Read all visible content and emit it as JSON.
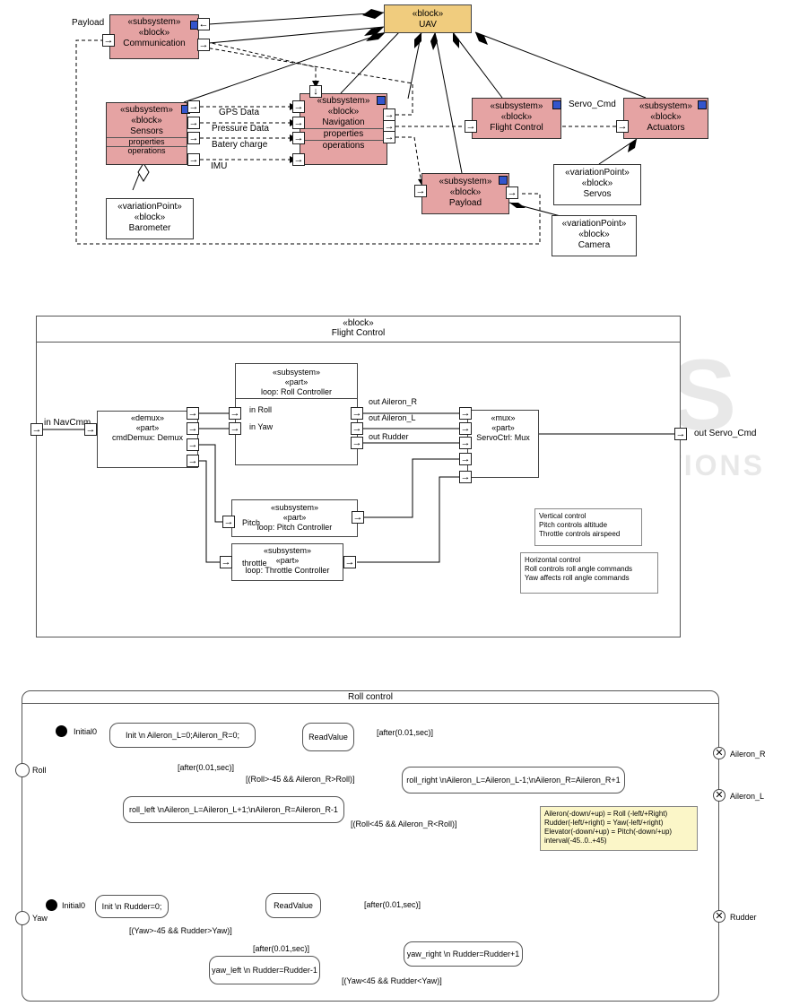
{
  "top": {
    "uav": {
      "stereo": "«block»",
      "name": "UAV"
    },
    "communication": {
      "stereo1": "«subsystem»",
      "stereo2": "«block»",
      "name": "Communication"
    },
    "payload_label": "Payload",
    "sensors": {
      "stereo1": "«subsystem»",
      "stereo2": "«block»",
      "name": "Sensors",
      "row1": "properties",
      "row2": "operations"
    },
    "navigation": {
      "stereo1": "«subsystem»",
      "stereo2": "«block»",
      "name": "Navigation",
      "row1": "properties",
      "row2": "operations"
    },
    "flight_control": {
      "stereo1": "«subsystem»",
      "stereo2": "«block»",
      "name": "Flight Control"
    },
    "actuators": {
      "stereo1": "«subsystem»",
      "stereo2": "«block»",
      "name": "Actuators"
    },
    "payload": {
      "stereo1": "«subsystem»",
      "stereo2": "«block»",
      "name": "Payload"
    },
    "servos": {
      "stereo1": "«variationPoint»",
      "stereo2": "«block»",
      "name": "Servos"
    },
    "camera": {
      "stereo1": "«variationPoint»",
      "stereo2": "«block»",
      "name": "Camera"
    },
    "barometer": {
      "stereo1": "«variationPoint»",
      "stereo2": "«block»",
      "name": "Barometer"
    },
    "flows": {
      "gps": "GPS Data",
      "pressure": "Pressure Data",
      "battery": "Batery charge",
      "imu": "IMU",
      "servo_cmd": "Servo_Cmd"
    }
  },
  "mid": {
    "frame": {
      "stereo": "«block»",
      "name": "Flight Control"
    },
    "in_navcmm": "in NavCmm",
    "demux": {
      "stereo1": "«demux»",
      "stereo2": "«part»",
      "name": "cmdDemux: Demux"
    },
    "roll": {
      "stereo1": "«subsystem»",
      "stereo2": "«part»",
      "name": "loop: Roll Controller",
      "in1": "in Roll",
      "in2": "in Yaw"
    },
    "outs": {
      "aileron_r": "out Aileron_R",
      "aileron_l": "out Aileron_L",
      "rudder": "out Rudder"
    },
    "mux": {
      "stereo1": "«mux»",
      "stereo2": "«part»",
      "name": "ServoCtrl: Mux"
    },
    "out_servo": "out Servo_Cmd",
    "pitch": {
      "stereo1": "«subsystem»",
      "stereo2": "«part»",
      "name": "loop: Pitch Controller",
      "in": "Pitch"
    },
    "throttle": {
      "stereo1": "«subsystem»",
      "stereo2": "«part»",
      "name": "loop: Throttle Controller",
      "in": "throttle"
    },
    "note1": {
      "l1": "Vertical control",
      "l2": "Pitch controls altitude",
      "l3": "Throttle controls airspeed"
    },
    "note2": {
      "l1": "Horizontal control",
      "l2": "Roll controls roll angle commands",
      "l3": "Yaw affects roll angle commands"
    }
  },
  "bottom": {
    "title": "Roll control",
    "roll": "Roll",
    "yaw": "Yaw",
    "aileron_r": "Aileron_R",
    "aileron_l": "Aileron_L",
    "rudder": "Rudder",
    "initial0": "Initial0",
    "init_roll": "Init \\n  Aileron_L=0;Aileron_R=0;",
    "readvalue": "ReadValue",
    "roll_right": "roll_right \\nAileron_L=Aileron_L-1;\\nAileron_R=Aileron_R+1",
    "roll_left": "roll_left \\nAileron_L=Aileron_L+1;\\nAileron_R=Aileron_R-1",
    "t_after1": "[after(0.01,sec)]",
    "t_after2": "[after(0.01,sec)]",
    "t_roll_gt": "[(Roll>-45 && Aileron_R>Roll)]",
    "t_roll_lt": "[(Roll<45 && Aileron_R<Roll)]",
    "note": {
      "l1": "Aileron(-down/+up) = Roll (-left/+Right)",
      "l2": "Rudder(-left/+right) = Yaw(-left/+right)",
      "l3": "Elevator(-down/+up) = Pitch(-down/+up)",
      "l4": "interval(-45..0..+45)"
    },
    "init_yaw": "Init \\n  Rudder=0;",
    "yaw_left": "yaw_left \\n Rudder=Rudder-1",
    "yaw_right": "yaw_right \\n Rudder=Rudder+1",
    "t_yaw_gt": "[(Yaw>-45 && Rudder>Yaw)]",
    "t_yaw_lt": "[(Yaw<45 && Rudder<Yaw)]",
    "t_after3": "[after(0.01,sec)]",
    "t_after4": "[after(0.01,sec)]"
  },
  "watermark": {
    "line1": "SCITEPRESS",
    "line2": "SCIENCE AND TECHNOLOGY PUBLICATIONS"
  }
}
